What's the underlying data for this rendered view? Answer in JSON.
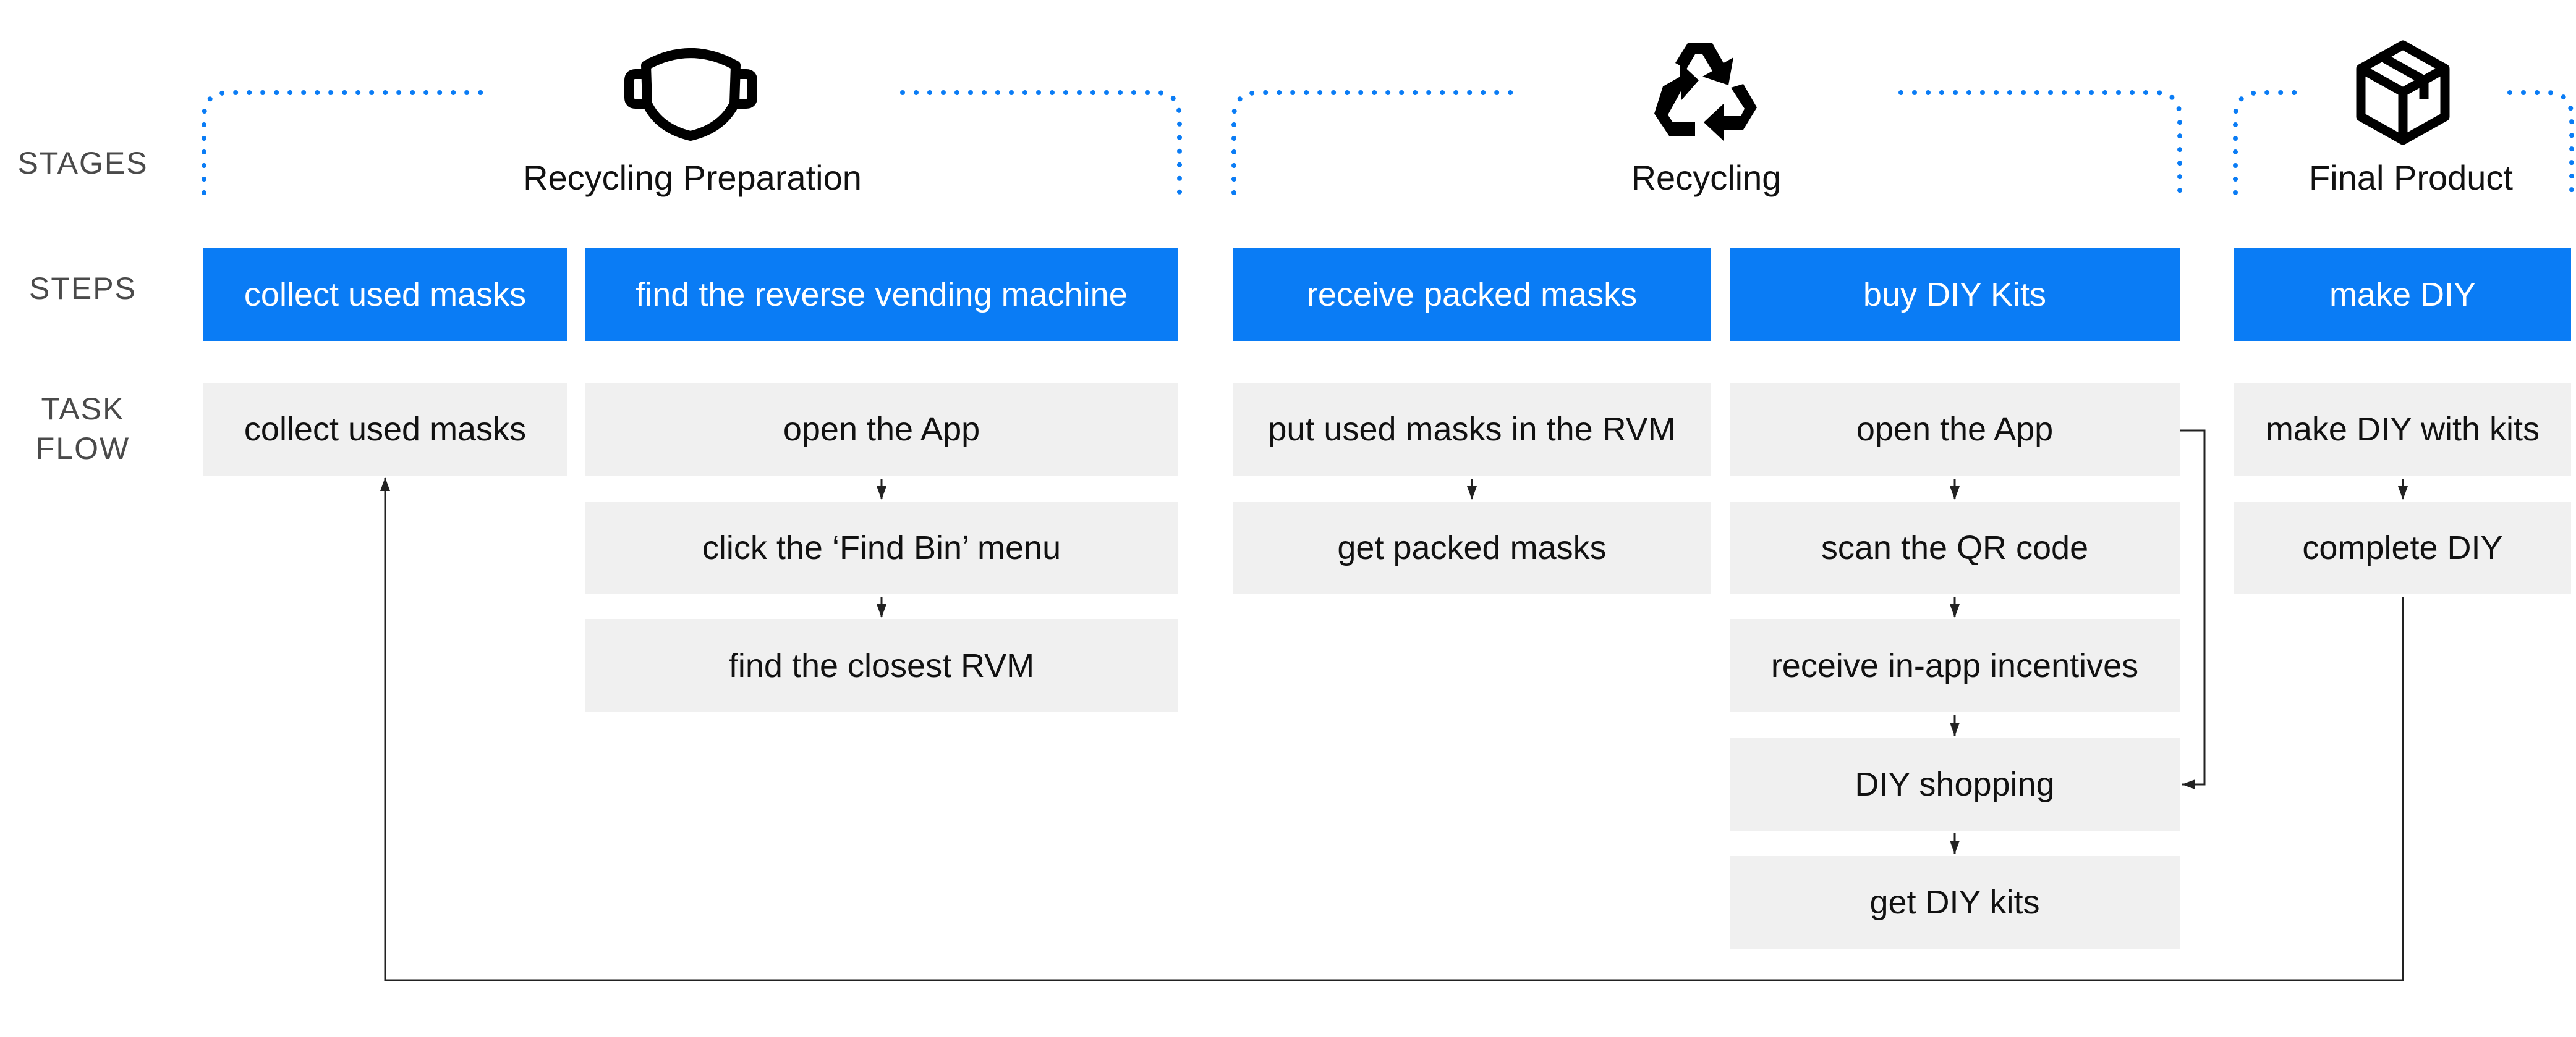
{
  "row_labels": {
    "stages": "STAGES",
    "steps": "STEPS",
    "task_flow": "TASK\nFLOW"
  },
  "stages": [
    {
      "title": "Recycling Preparation",
      "icon": "face-mask-icon"
    },
    {
      "title": "Recycling",
      "icon": "recycle-icon"
    },
    {
      "title": "Final Product",
      "icon": "package-box-icon"
    }
  ],
  "steps": [
    "collect used masks",
    "find the reverse vending machine",
    "receive packed masks",
    "buy DIY Kits",
    "make DIY"
  ],
  "task_flow": [
    [
      "collect used masks"
    ],
    [
      "open the App",
      "click the ‘Find Bin’ menu",
      "find the closest RVM"
    ],
    [
      "put used masks in the RVM",
      "get packed masks"
    ],
    [
      "open the App",
      "scan the QR code",
      "receive in-app incentives",
      "DIY shopping",
      "get DIY kits"
    ],
    [
      "make DIY with kits",
      "complete DIY"
    ]
  ],
  "colors": {
    "accent": "#0a7cf5",
    "task_bg": "#f0f0f0",
    "line": "#222222",
    "label": "#4a4a4a"
  }
}
